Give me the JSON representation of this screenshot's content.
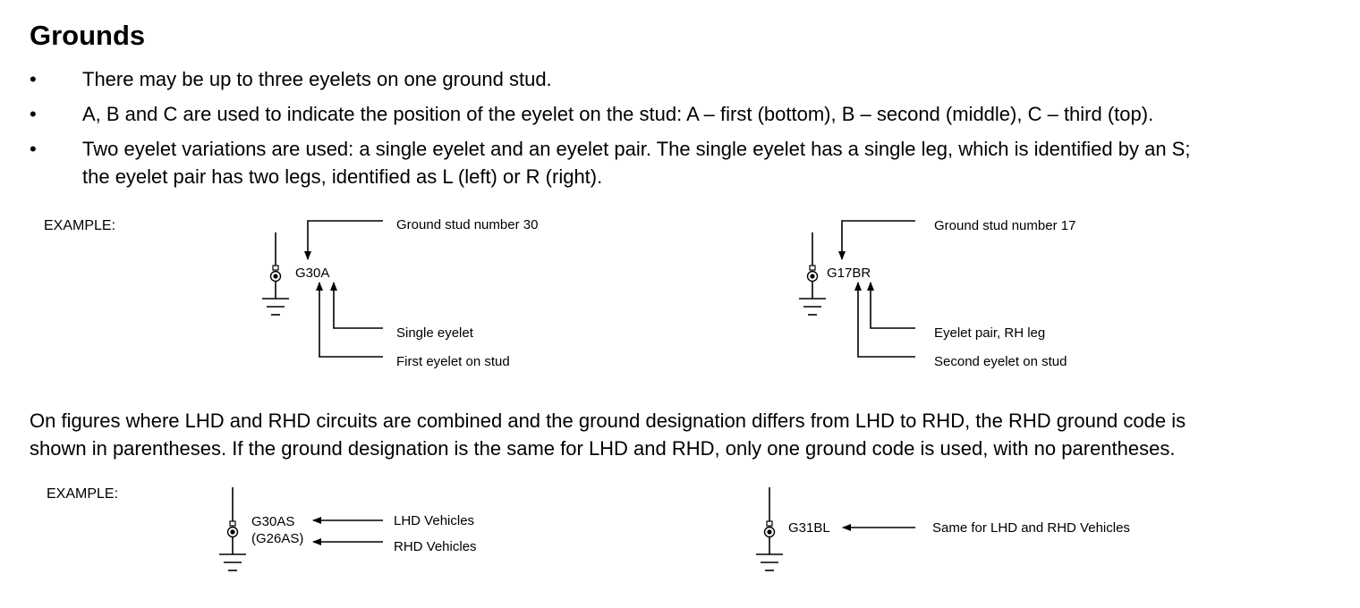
{
  "title": "Grounds",
  "bullets": [
    {
      "marker": "•",
      "text": "There may be up to three eyelets on one ground stud."
    },
    {
      "marker": "•",
      "text": "A, B and C are used to indicate the position of the eyelet on the stud: A – first (bottom), B – second (middle), C – third (top)."
    },
    {
      "marker": "•",
      "text": "Two eyelet variations are used: a single eyelet and an eyelet pair. The single eyelet has a single leg, which is identified by an S;\nthe eyelet pair has two legs, identified as L (left) or R (right)."
    }
  ],
  "example_label": "EXAMPLE:",
  "example1": {
    "left": {
      "code": "G30A",
      "stud_label": "Ground stud number 30",
      "variation_label": "Single eyelet",
      "position_label": "First eyelet on stud"
    },
    "right": {
      "code": "G17BR",
      "stud_label": "Ground stud number 17",
      "variation_label": "Eyelet pair, RH leg",
      "position_label": "Second eyelet on stud"
    }
  },
  "paragraph": "On figures where LHD and RHD circuits are combined and the ground designation differs from LHD to RHD, the RHD ground code is\nshown in parentheses. If the ground designation is the same for LHD and RHD, only one ground code is used, with no parentheses.",
  "example2": {
    "left": {
      "lhd_code": "G30AS",
      "rhd_code": "(G26AS)",
      "lhd_label": "LHD Vehicles",
      "rhd_label": "RHD Vehicles"
    },
    "right": {
      "code": "G31BL",
      "label": "Same for LHD and RHD Vehicles"
    }
  }
}
